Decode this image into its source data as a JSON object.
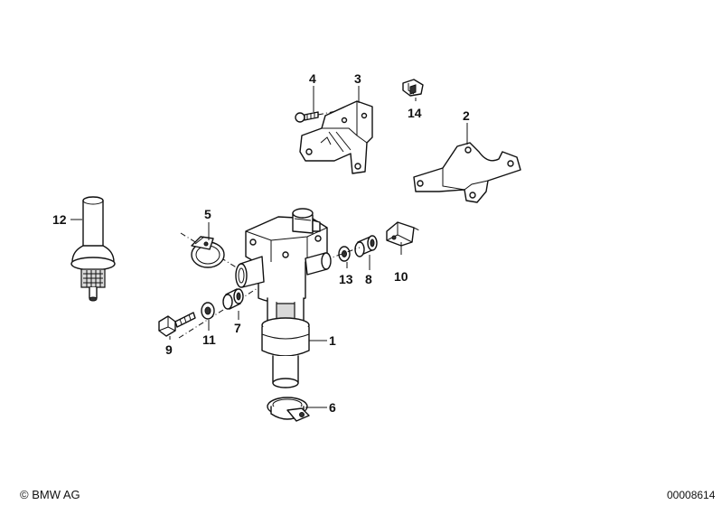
{
  "callouts": {
    "c1": "1",
    "c2": "2",
    "c3": "3",
    "c4": "4",
    "c5": "5",
    "c6": "6",
    "c7": "7",
    "c8": "8",
    "c9": "9",
    "c10": "10",
    "c11": "11",
    "c12": "12",
    "c13": "13",
    "c14": "14"
  },
  "footer": {
    "copyright": "© BMW AG",
    "code": "00008614"
  }
}
